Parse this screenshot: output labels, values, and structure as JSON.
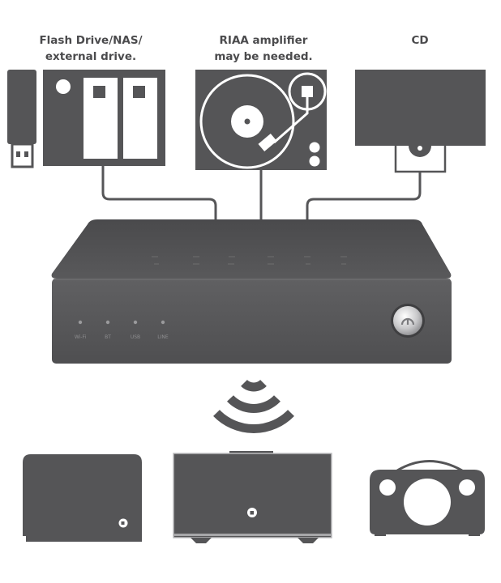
{
  "sources": {
    "storage_label": "Flash Drive/NAS/\nexternal drive.",
    "turntable_label": "RIAA amplifier\nmay be needed.",
    "cd_label": "CD"
  },
  "device": {
    "led_labels": [
      "Wi-Fi",
      "BT",
      "USB",
      "LINE"
    ]
  },
  "colors": {
    "device_dark": "#555557",
    "device_top": "#4d4d4f",
    "device_front": "#5a5a5c",
    "cable": "#565658",
    "text": "#4b4b4d"
  }
}
